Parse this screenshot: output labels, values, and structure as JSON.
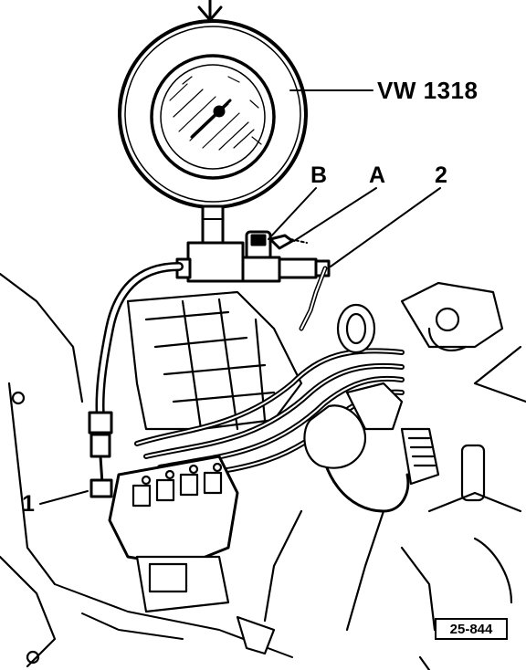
{
  "labels": {
    "tool": "VW 1318",
    "b": "B",
    "a": "A",
    "two": "2",
    "one": "1"
  },
  "figure_ref": "25-844",
  "colors": {
    "ink": "#000000",
    "paper": "#ffffff",
    "fill_light": "#e6e6e6"
  }
}
